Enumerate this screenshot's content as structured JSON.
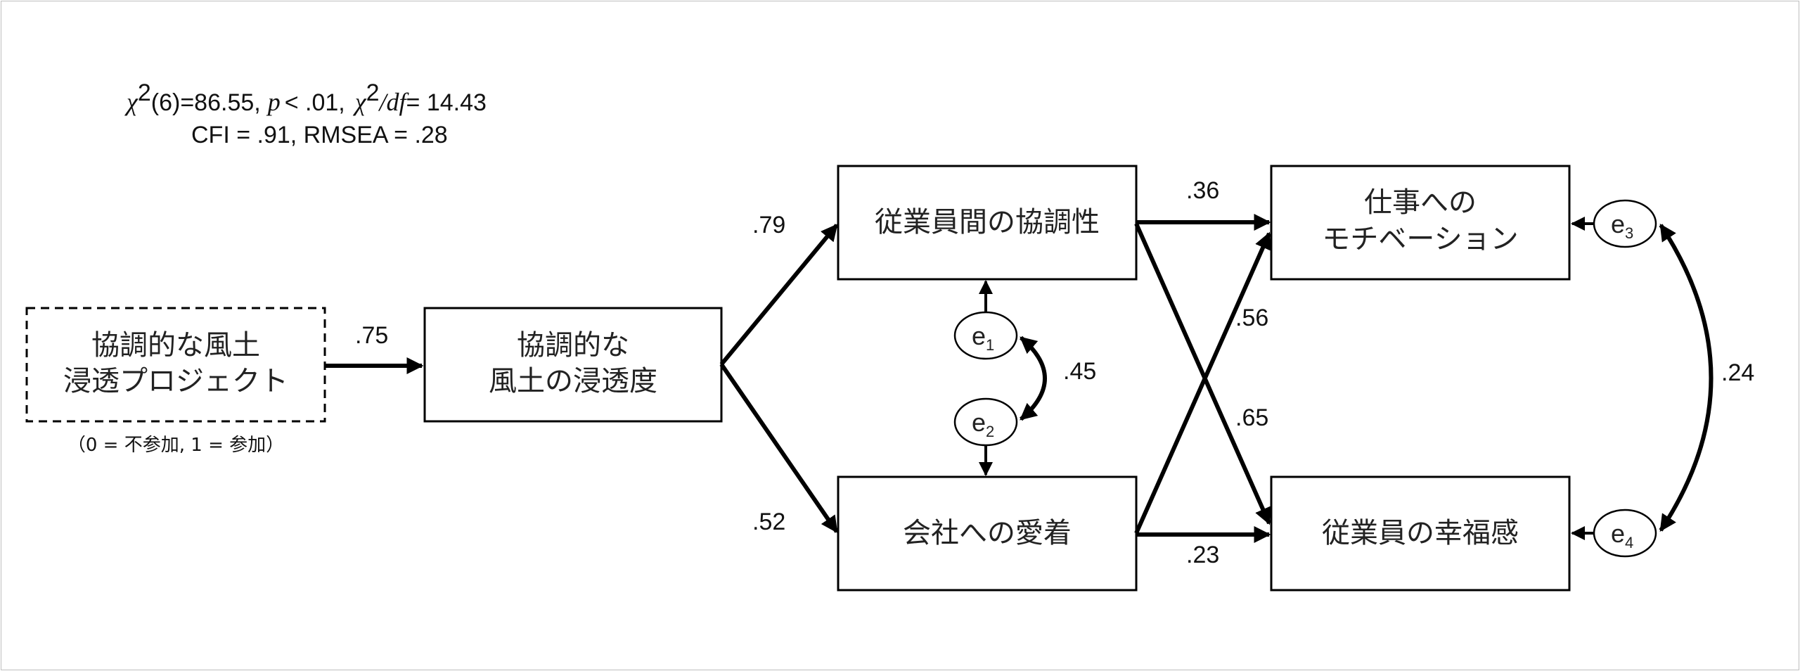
{
  "fit": {
    "chi": "χ",
    "sup2": "2",
    "df_value": "(6)=86.55,",
    "p_symbol": "p",
    "p_value": "< .01,",
    "ratio_chi": "χ",
    "ratio_sup2": "2",
    "ratio_slash_df": "/df",
    "ratio_value": "= 14.43",
    "line2": "CFI = .91, RMSEA = .28"
  },
  "nodes": {
    "project": {
      "line1": "協調的な風土",
      "line2": "浸透プロジェクト"
    },
    "project_note": "（0 = 不参加, 1 = 参加）",
    "penetration": {
      "line1": "協調的な",
      "line2": "風土の浸透度"
    },
    "cooperation": {
      "label": "従業員間の協調性"
    },
    "attachment": {
      "label": "会社への愛着"
    },
    "motivation": {
      "line1": "仕事への",
      "line2": "モチベーション"
    },
    "wellbeing": {
      "label": "従業員の幸福感"
    }
  },
  "errors": [
    {
      "base": "e",
      "sub": "1"
    },
    {
      "base": "e",
      "sub": "2"
    },
    {
      "base": "e",
      "sub": "3"
    },
    {
      "base": "e",
      "sub": "4"
    }
  ],
  "coefficients": {
    "project_to_penetration": ".75",
    "penetration_to_cooperation": ".79",
    "penetration_to_attachment": ".52",
    "cooperation_to_motivation": ".36",
    "attachment_to_motivation": ".56",
    "cooperation_to_wellbeing": ".65",
    "attachment_to_wellbeing": ".23",
    "e1_e2_cov": ".45",
    "e3_e4_cov": ".24"
  },
  "colors": {
    "line": "#000000",
    "box_border": "#000000",
    "text": "#222222"
  }
}
